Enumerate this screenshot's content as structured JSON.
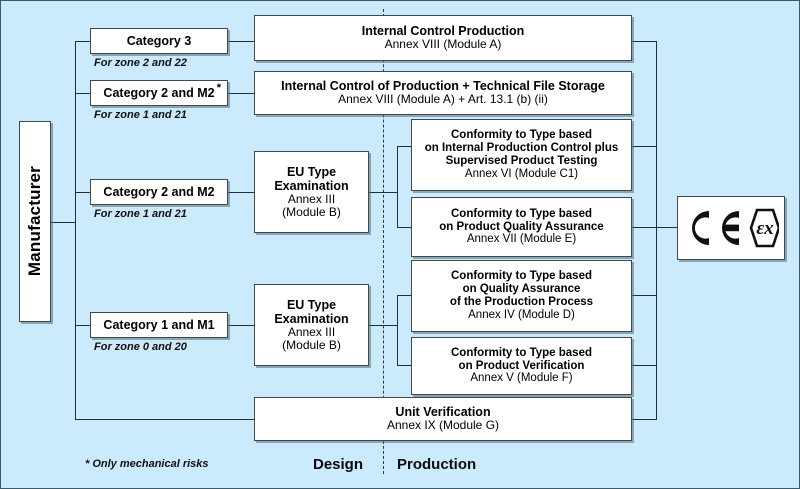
{
  "diagram": {
    "background_color": "#cbeafb",
    "box_border_color": "#3f4a4f",
    "line_color": "#20303a"
  },
  "manufacturer": {
    "label": "Manufacturer"
  },
  "categories": [
    {
      "label": "Category 3",
      "star": "",
      "zone": "For zone 2 and 22"
    },
    {
      "label": "Category 2 and  M2",
      "star": "*",
      "zone": "For zone 1 and 21"
    },
    {
      "label": "Category 2 and  M2",
      "star": "",
      "zone": "For zone 1 and 21"
    },
    {
      "label": "Category 1 and  M1",
      "star": "",
      "zone": "For zone 0 and 20"
    }
  ],
  "eu_type_examinations": [
    {
      "line1": "EU Type",
      "line2": "Examination",
      "line3": "Annex  III",
      "line4": "(Module B)"
    },
    {
      "line1": "EU Type",
      "line2": "Examination",
      "line3": "Annex  III",
      "line4": "(Module B)"
    }
  ],
  "production_boxes": [
    {
      "title": "Internal Control Production",
      "subtitle": "Annex VIII (Module A)"
    },
    {
      "title": "Internal Control of Production + Technical File Storage",
      "subtitle": "Annex VIII (Module A) + Art. 13.1 (b) (ii)"
    },
    {
      "title": "Unit Verification",
      "subtitle": "Annex IX (Module G)"
    }
  ],
  "conformity_boxes": [
    {
      "title_lines": [
        "Conformity to Type based",
        "on Internal Production Control plus",
        "Supervised Product Testing"
      ],
      "subtitle": "Annex  VI (Module C1)"
    },
    {
      "title_lines": [
        "Conformity to Type based",
        "on Product Quality Assurance"
      ],
      "subtitle": "Annex  VII (Module E)"
    },
    {
      "title_lines": [
        "Conformity to Type based",
        "on Quality Assurance",
        "of the Production Process"
      ],
      "subtitle": "Annex  IV (Module D)"
    },
    {
      "title_lines": [
        "Conformity to Type based",
        "on Product Verification"
      ],
      "subtitle": "Annex  V (Module F)"
    }
  ],
  "ce_mark": {
    "ce_text": "CE",
    "ex_text": "Ex",
    "epsilon_text": "ε"
  },
  "footer": {
    "design": "Design",
    "production": "Production",
    "footnote": "* Only mechanical  risks"
  }
}
